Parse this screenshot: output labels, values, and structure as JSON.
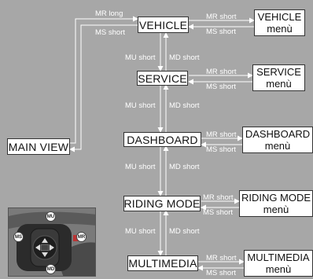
{
  "states": {
    "vehicle": "VEHICLE",
    "service": "SERVICE",
    "dashboard": "DASHBOARD",
    "riding_mode": "RIDING MODE",
    "multimedia": "MULTIMEDIA",
    "main_view": "MAIN VIEW"
  },
  "menus": {
    "vehicle": [
      "VEHICLE",
      "menù"
    ],
    "service": [
      "SERVICE",
      "menù"
    ],
    "dashboard": [
      "DASHBOARD",
      "menù"
    ],
    "riding_mode": [
      "RIDING MODE",
      "menù"
    ],
    "multimedia": [
      "MULTIMEDIA",
      "menù"
    ]
  },
  "labels": {
    "mr_long": "MR long",
    "ms_short": "MS short",
    "mr_short": "MR short",
    "mu_short": "MU short",
    "md_short": "MD short"
  },
  "photo_buttons": {
    "mu": "MU",
    "md": "MD",
    "ms": "MS",
    "mr": "MR"
  },
  "colors": {
    "background": "#a7a7a7",
    "box_fill": "#ffffff",
    "arrow": "#ffffff"
  }
}
